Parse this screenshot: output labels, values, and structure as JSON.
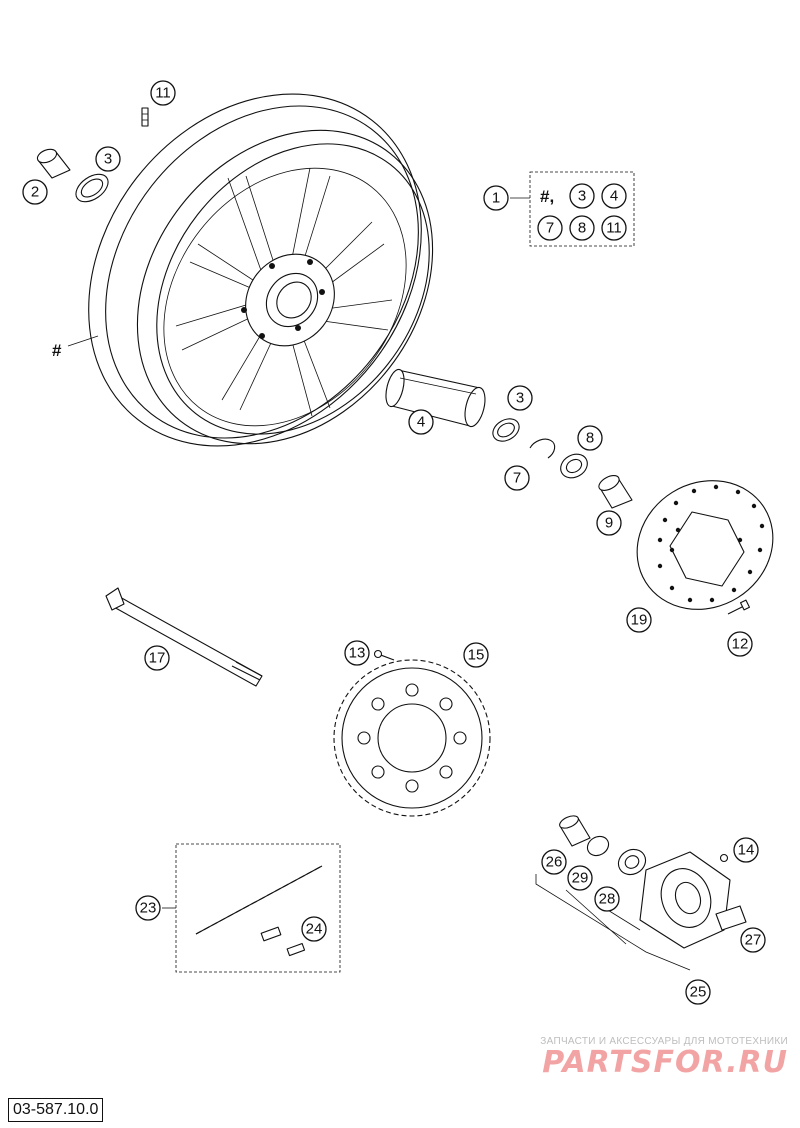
{
  "document_code": "03-587.10.0",
  "watermark": {
    "tagline": "ЗАПЧАСТИ И АКСЕССУАРЫ ДЛЯ МОТОТЕХНИКИ",
    "logo": "PARTSFOR.RU"
  },
  "hash_mark": "#",
  "kit_legend": {
    "number": "1",
    "symbol": "#,",
    "parts": [
      "3",
      "4",
      "7",
      "8",
      "11"
    ]
  },
  "callouts": {
    "c2": "2",
    "c3a": "3",
    "c3b": "3",
    "c4": "4",
    "c7": "7",
    "c8": "8",
    "c9": "9",
    "c11": "11",
    "c12": "12",
    "c13": "13",
    "c14": "14",
    "c15": "15",
    "c17": "17",
    "c19": "19",
    "c23": "23",
    "c24": "24",
    "c25": "25",
    "c26": "26",
    "c27": "27",
    "c28": "28",
    "c29": "29"
  }
}
